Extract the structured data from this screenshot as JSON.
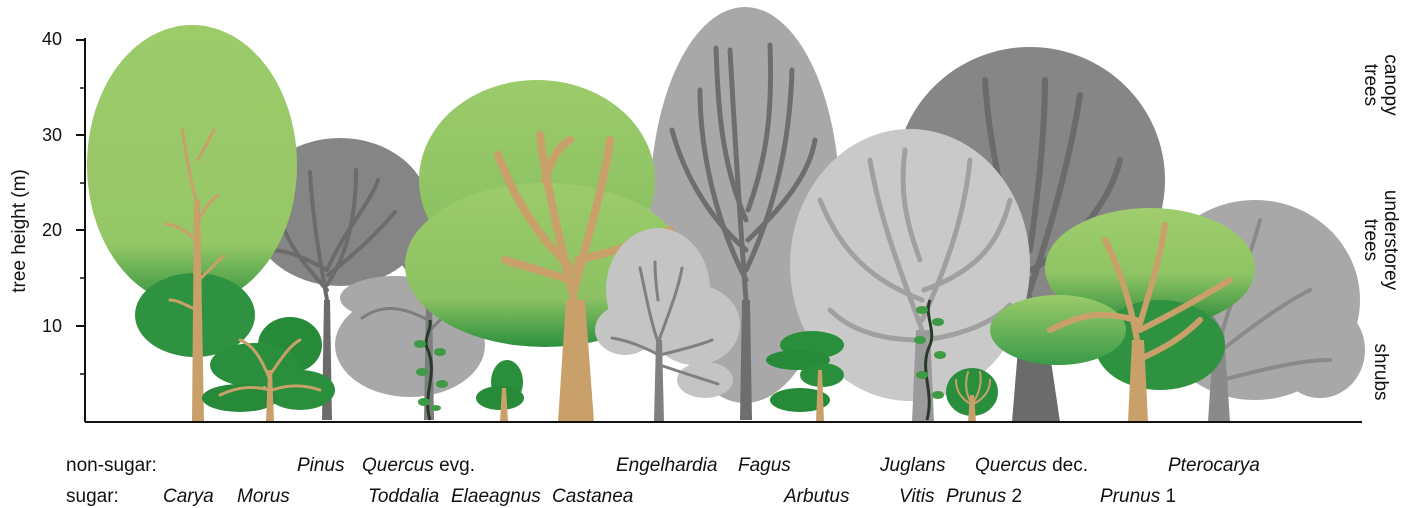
{
  "axis": {
    "ylabel": "tree height (m)",
    "ticks": [
      "10",
      "20",
      "30",
      "40"
    ]
  },
  "zones": {
    "canopy_1": "canopy",
    "canopy_2": "trees",
    "under_1": "understorey",
    "under_2": "trees",
    "shrubs": "shrubs"
  },
  "rows": {
    "nonsugar": "non-sugar:",
    "sugar": "sugar:"
  },
  "nonsugar": {
    "pinus": "Pinus",
    "quercus_evg_genus": "Quercus",
    "quercus_evg_suffix": "evg.",
    "engelhardia": "Engelhardia",
    "fagus": "Fagus",
    "juglans": "Juglans",
    "quercus_dec_genus": "Quercus",
    "quercus_dec_suffix": "dec.",
    "pterocarya": "Pterocarya"
  },
  "sugar": {
    "carya": "Carya",
    "morus": "Morus",
    "toddalia": "Toddalia",
    "elaeagnus": "Elaeagnus",
    "castanea": "Castanea",
    "arbutus": "Arbutus",
    "vitis": "Vitis",
    "prunus2_genus": "Prunus",
    "prunus2_num": "2",
    "prunus1_genus": "Prunus",
    "prunus1_num": "1"
  },
  "colors": {
    "light_green": "#9ccb6a",
    "dark_green": "#2a8a3a",
    "brown": "#c9a06a",
    "grey_dark": "#7d7d7d",
    "grey_mid": "#a8a8a8",
    "grey_light": "#c4c4c4"
  }
}
